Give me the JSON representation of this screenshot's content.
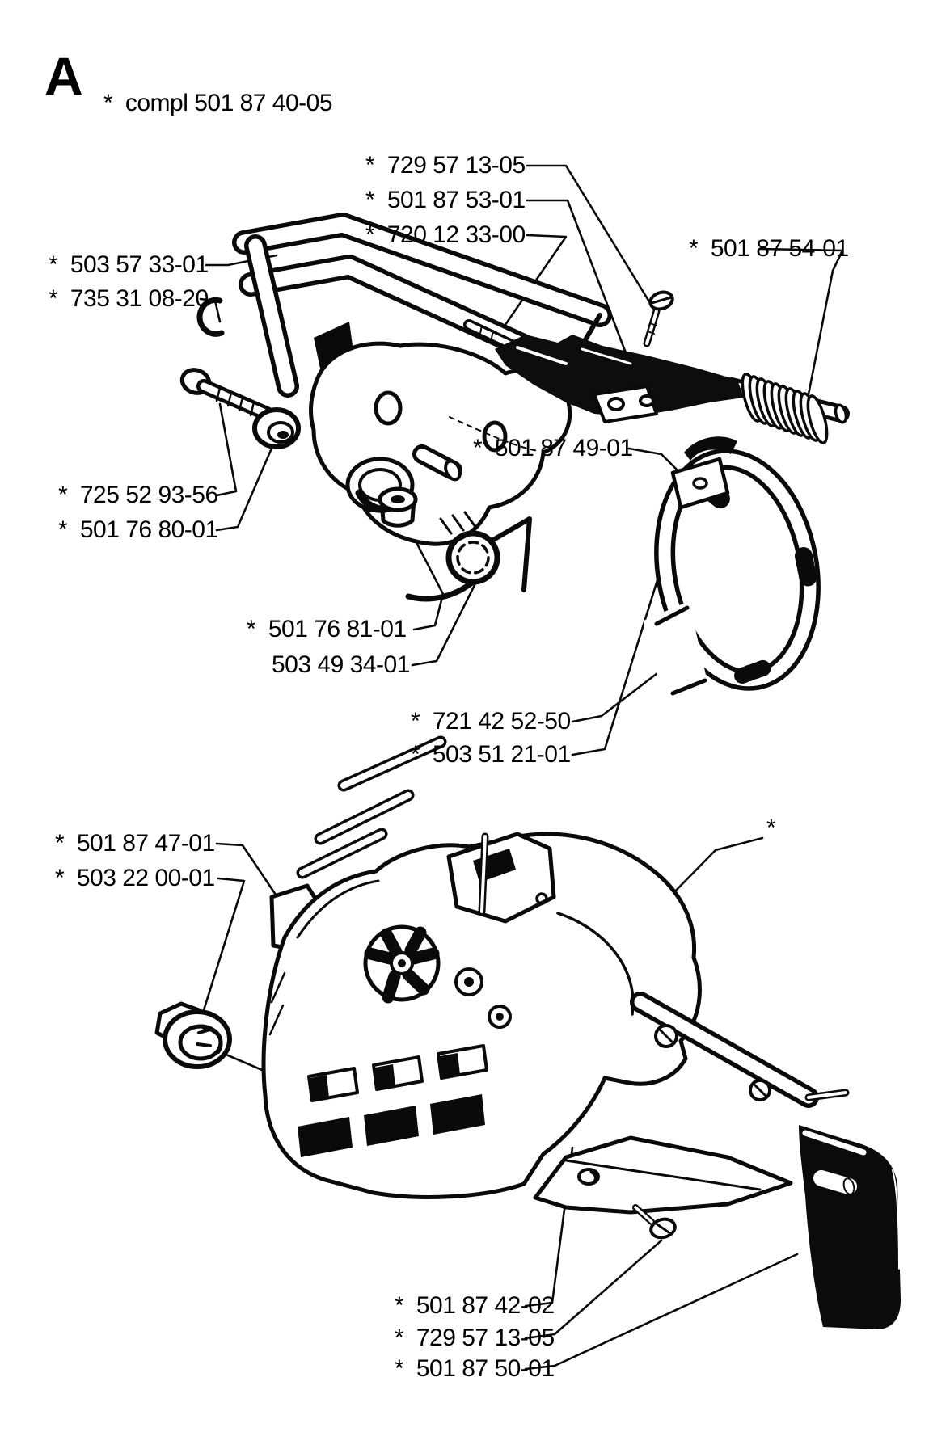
{
  "header": {
    "letter": "A",
    "note": "*  compl 501 87 40-05"
  },
  "labels": [
    "*  729 57 13-05",
    "*  501 87 53-01",
    "*  720 12 33-00",
    "*  501 87 54-01",
    "*  503 57 33-01",
    "*  735 31 08-20",
    "*  501 87 49-01",
    "*  725 52 93-56",
    "*  501 76 80-01",
    "*  501 76 81-01",
    "503 49 34-01",
    "*  721 42 52-50",
    "*  503 51 21-01",
    "*  501 87 47-01",
    "*  503 22 00-01",
    "*",
    "*  501 87 42-02",
    "*  729 57 13-05",
    "*  501 87 50-01"
  ]
}
